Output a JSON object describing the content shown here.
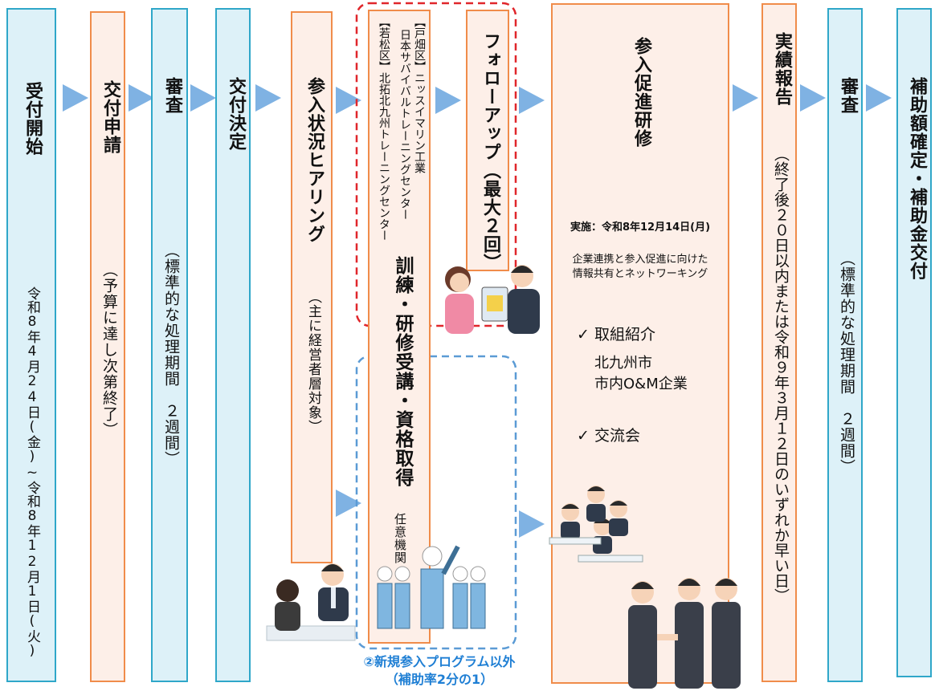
{
  "steps": {
    "s1_title": "受付開始",
    "s1_period": "令和8年4月24日(金)~令和8年12月1日(火)",
    "s2_title": "交付申請",
    "s2_note": "（予算に達し次第終了）",
    "s3_title": "審査",
    "s3_note": "（標準的な処理期間　２週間）",
    "s4_title": "交付決定",
    "s5_title": "参入状況ヒアリング",
    "s5_note": "（主に経営者層対象）",
    "s6_title": "訓練・研修受講・資格取得",
    "s6_org1": "【戸畑区】ニッスイマリン工業",
    "s6_org2": "日本サバイバルトレーニングセンター",
    "s6_org3": "【若松区】北拓北九州トレーニングセンター",
    "s6_other": "任意機関",
    "s7_title": "フォローアップ（最大２回）",
    "s8_title": "参入促進研修",
    "s8_date": "実施：令和8年12月14日(月)",
    "s8_desc1": "企業連携と参入促進に向けた",
    "s8_desc2": "情報共有とネットワーキング",
    "s8_check1": "✓ 取組紹介",
    "s8_sub1": "北九州市",
    "s8_sub2": "市内O&M企業",
    "s8_check2": "✓ 交流会",
    "s9_title": "実績報告",
    "s9_note": "（終了後２０日以内または令和９年３月１２日のいずれか早い日）",
    "s10_title": "審査",
    "s10_note": "（標準的な処理期間　２週間）",
    "s11_title": "補助額確定・補助金交付"
  },
  "program_note": {
    "line1": "②新規参入プログラム以外",
    "line2": "（補助率2分の1）"
  },
  "colors": {
    "blue_border": "#2fa7c9",
    "blue_fill": "#ddf1f8",
    "orange_border": "#f08c4a",
    "orange_fill": "#fdefe8",
    "arrow": "#7fb2e3",
    "red_dash": "#e0262b",
    "blue_dash": "#5b9bd5",
    "note_blue": "#1f7fd4"
  }
}
